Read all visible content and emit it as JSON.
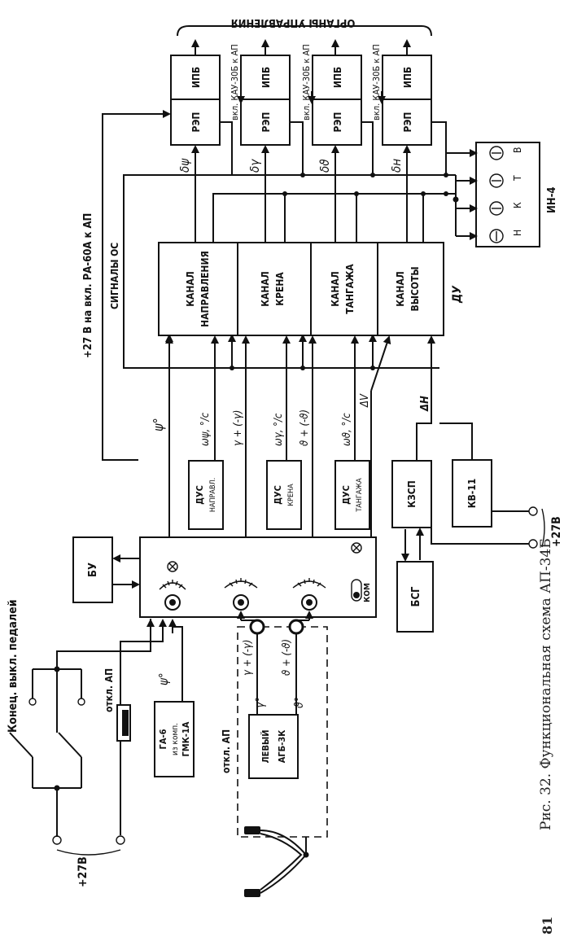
{
  "labels": {
    "organy": "ОРГАНЫ УПРАВЛЕНИЯ",
    "ipb": "ИПБ",
    "rep": "РЭП",
    "vkl_kau": "вкл. КАУ-30Б к АП",
    "delta_psi": "δψ",
    "delta_gamma": "δγ",
    "delta_theta": "δϑ",
    "delta_h": "δн",
    "in4": "ИН-4",
    "in4_letters": [
      "Н",
      "К",
      "Т",
      "В"
    ],
    "plus27_ra": "+27 В на вкл. РА-60А к АП",
    "signaly_os": "СИГНАЛЫ ОС",
    "kanal": "КАНАЛ",
    "napravleniya": "НАПРАВЛЕНИЯ",
    "krena": "КРЕНА",
    "tangazha": "ТАНГАЖА",
    "vysoty": "ВЫСОТЫ",
    "du": "ДУ",
    "psi_deg": "ψ°",
    "omega_psi": "ωψ, °/c",
    "gamma_pm": "γ + (-γ)",
    "omega_gamma": "ωγ, °/c",
    "theta_pm": "ϑ + (-ϑ)",
    "omega_theta": "ωϑ, °/c",
    "delta_v": "ΔV",
    "delta_h_big": "ΔH",
    "dus_napr": [
      "ДУС",
      "НАПРАВЛ."
    ],
    "dus_kren": [
      "ДУС",
      "КРЕНА"
    ],
    "dus_tang": [
      "ДУС",
      "ТАНГАЖА"
    ],
    "kzsp": "КЗСП",
    "kv11": "КВ-11",
    "plus27b": "+27В",
    "bu": "БУ",
    "bsg": "БСГ",
    "kom": "КОМ",
    "konec": "Конец. выкл. педалей",
    "otkl_ap": "откл. АП",
    "ga6": [
      "ГА-6",
      "из комп.",
      "ГМК-1А"
    ],
    "gamma_deg": "γ°",
    "theta_deg": "ϑ°",
    "levyi": [
      "ЛЕВЫЙ",
      "АГБ-3К"
    ],
    "caption": "Рис. 32. Функциональная схема АП-34Б",
    "page_number": "81"
  }
}
